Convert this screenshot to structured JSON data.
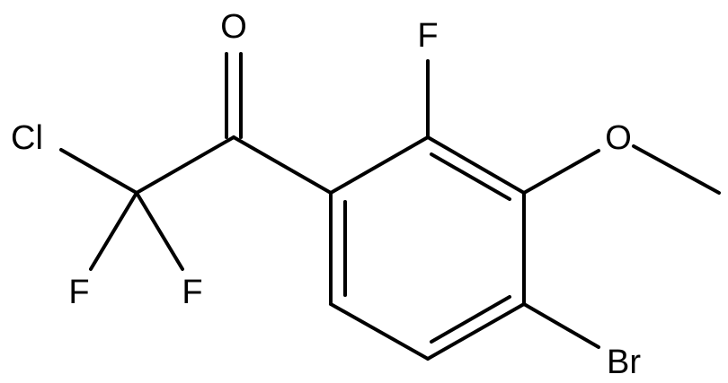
{
  "structure": {
    "atoms": {
      "oxygen_carbonyl": "O",
      "chlorine": "Cl",
      "fluorine_left": "F",
      "fluorine_right": "F",
      "fluorine_ring": "F",
      "oxygen_methoxy": "O",
      "bromine": "Br"
    },
    "colors": {
      "bond": "#000000",
      "label": "#000000",
      "background": "#ffffff"
    }
  }
}
